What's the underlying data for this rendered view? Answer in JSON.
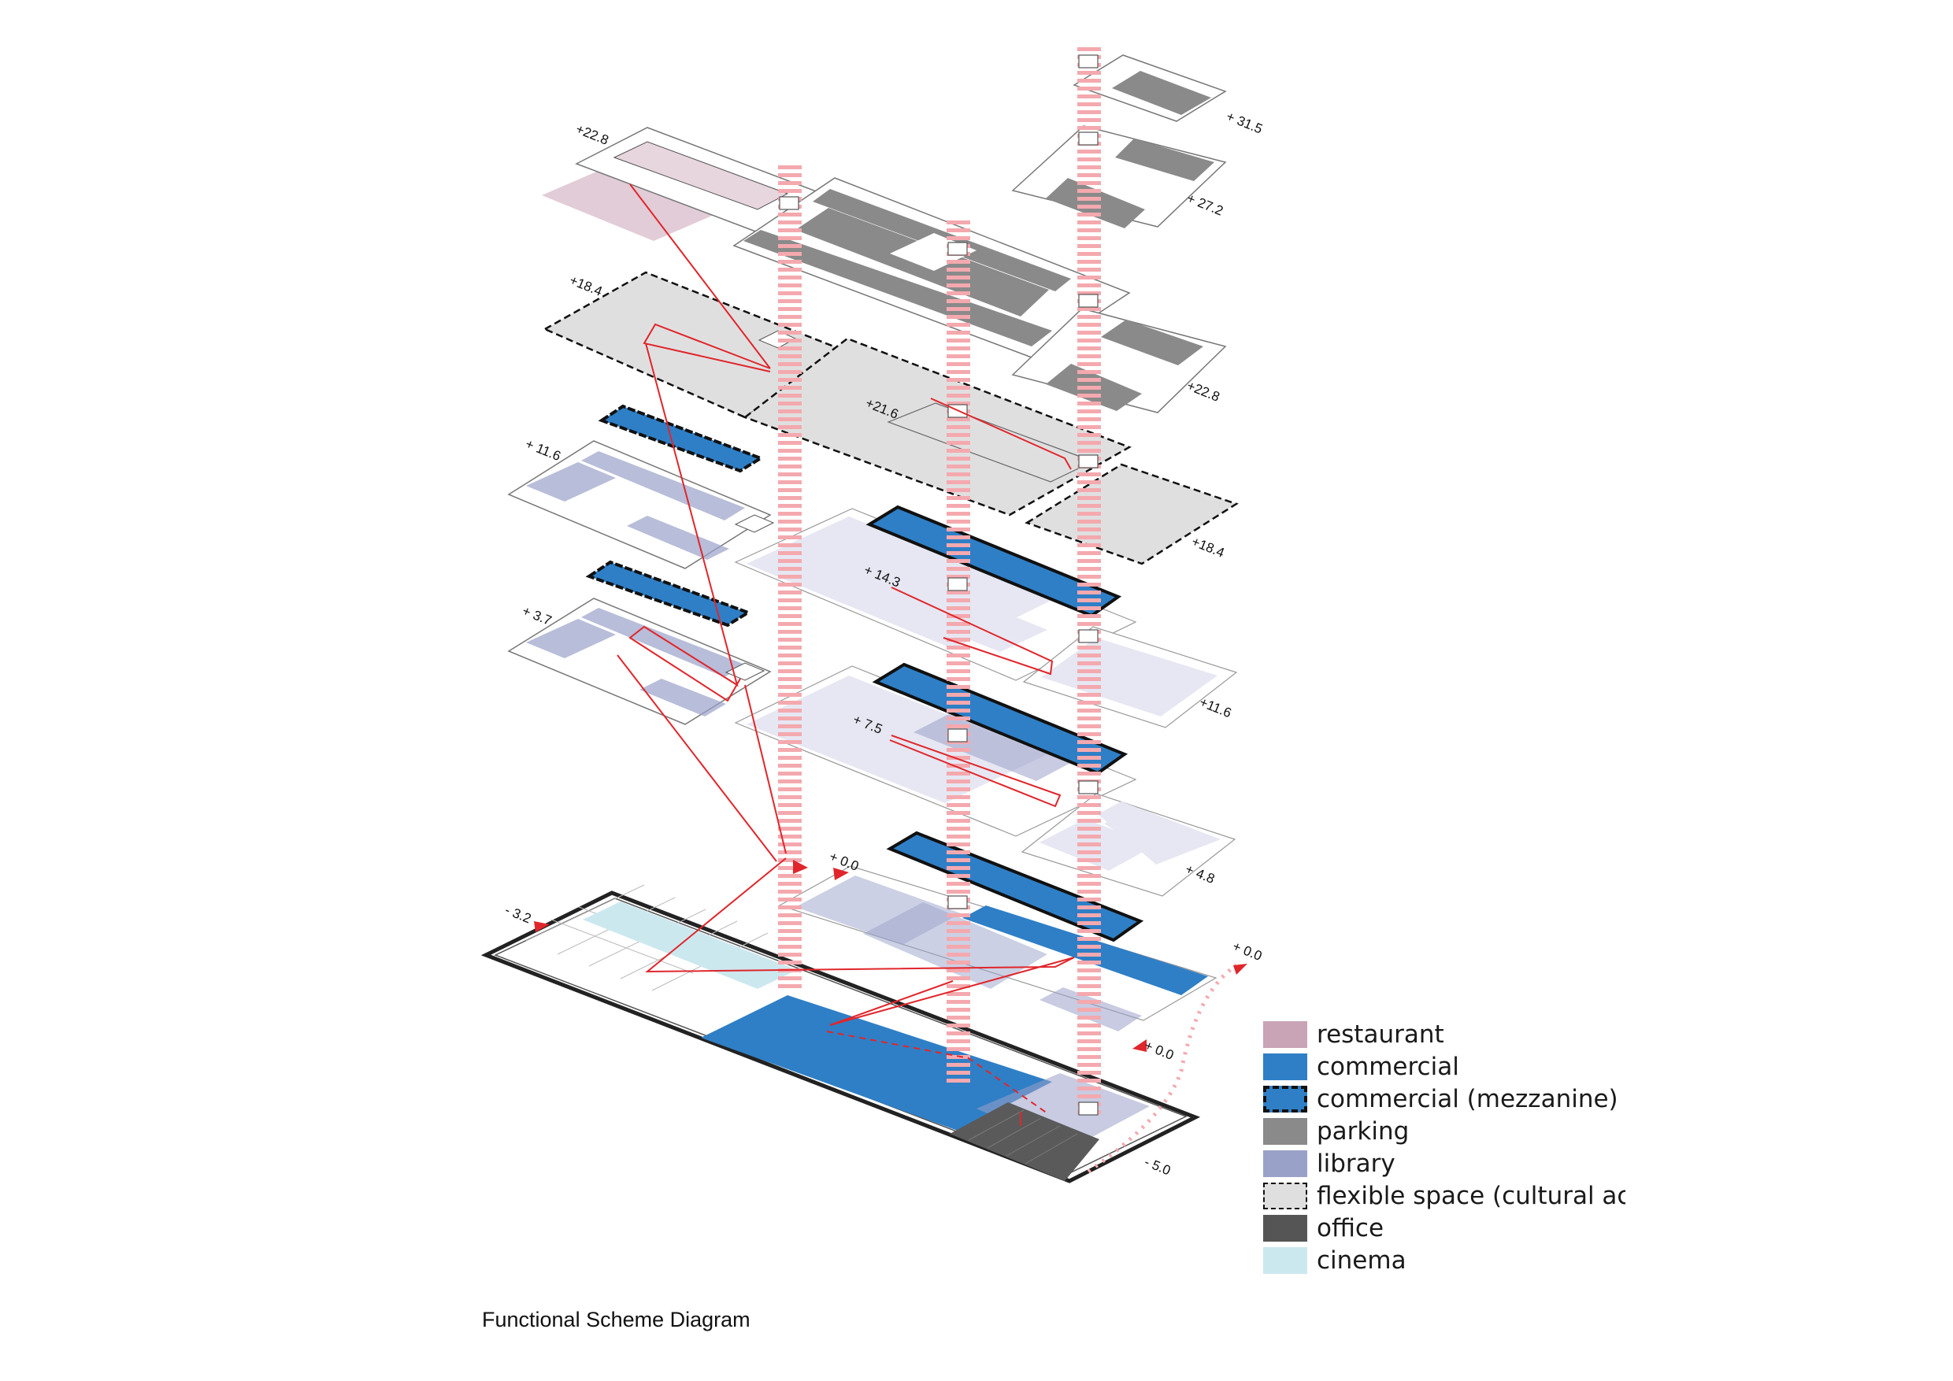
{
  "diagram": {
    "caption": "Functional Scheme Diagram",
    "levels": {
      "ground_minus_3_2": "- 3.2",
      "ground_minus_5_0": "- 5.0",
      "ground_zero_a": "+ 0.0",
      "ground_zero_b": "+ 0.0",
      "ground_zero_c": "+ 0.0",
      "left_3_7": "+ 3.7",
      "left_11_6": "+ 11.6",
      "left_18_4": "+18.4",
      "left_22_8": "+22.8",
      "mid_7_5": "+ 7.5",
      "mid_14_3": "+ 14.3",
      "mid_21_6": "+21.6",
      "right_4_8": "+ 4.8",
      "right_11_6": "+11.6",
      "right_18_4": "+18.4",
      "right_22_8": "+22.8",
      "right_27_2": "+ 27.2",
      "right_31_5": "+ 31.5"
    }
  },
  "legend": [
    {
      "label": "restaurant",
      "color": "#c9a3b6",
      "style": "solid"
    },
    {
      "label": "commercial",
      "color": "#2f7fc6",
      "style": "solid"
    },
    {
      "label": "commercial (mezzanine)",
      "color": "#2f7fc6",
      "style": "dashed-bold"
    },
    {
      "label": "parking",
      "color": "#8a8a8a",
      "style": "solid"
    },
    {
      "label": "library",
      "color": "#9aa1c9",
      "style": "solid"
    },
    {
      "label": "flexible space (cultural activ",
      "color": "#e0dfe0",
      "style": "dashed"
    },
    {
      "label": "office",
      "color": "#555555",
      "style": "solid"
    },
    {
      "label": "cinema",
      "color": "#cce8ef",
      "style": "solid"
    }
  ],
  "colors": {
    "circulation": "#e0262b",
    "core": "#f4a9ae",
    "library_light": "#e6e7f2",
    "outline": "#333333"
  }
}
